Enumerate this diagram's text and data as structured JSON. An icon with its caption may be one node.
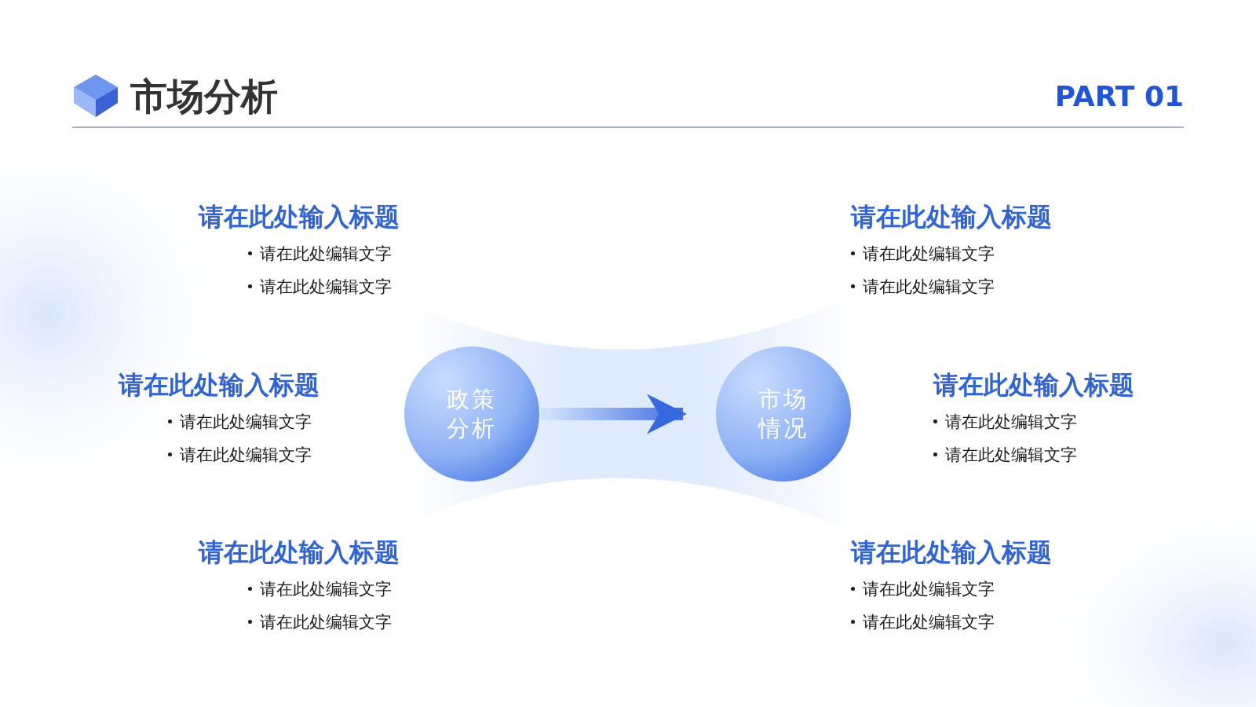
{
  "diagram": {
    "title": "市场分析",
    "nodes": [
      {
        "text": [
          "政策分析"
        ]
      },
      {
        "text": [
          "市场情况"
        ]
      }
    ],
    "edges": [
      {
        "from": 0,
        "to": 1,
        "arrow": "to"
      }
    ],
    "labels": [
      "PART 01",
      "请在此处输入标题",
      "请在此处编辑文字",
      "请在此处编辑文字",
      "请在此处输入标题",
      "请在此处编辑文字",
      "请在此处编辑文字",
      "请在此处输入标题",
      "请在此处编辑文字",
      "请在此处编辑文字",
      "请在此处输入标题",
      "请在此处编辑文字",
      "请在此处编辑文字",
      "请在此处输入标题",
      "请在此处编辑文字",
      "请在此处编辑文字",
      "请在此处输入标题",
      "请在此处编辑文字",
      "请在此处编辑文字"
    ]
  }
}
